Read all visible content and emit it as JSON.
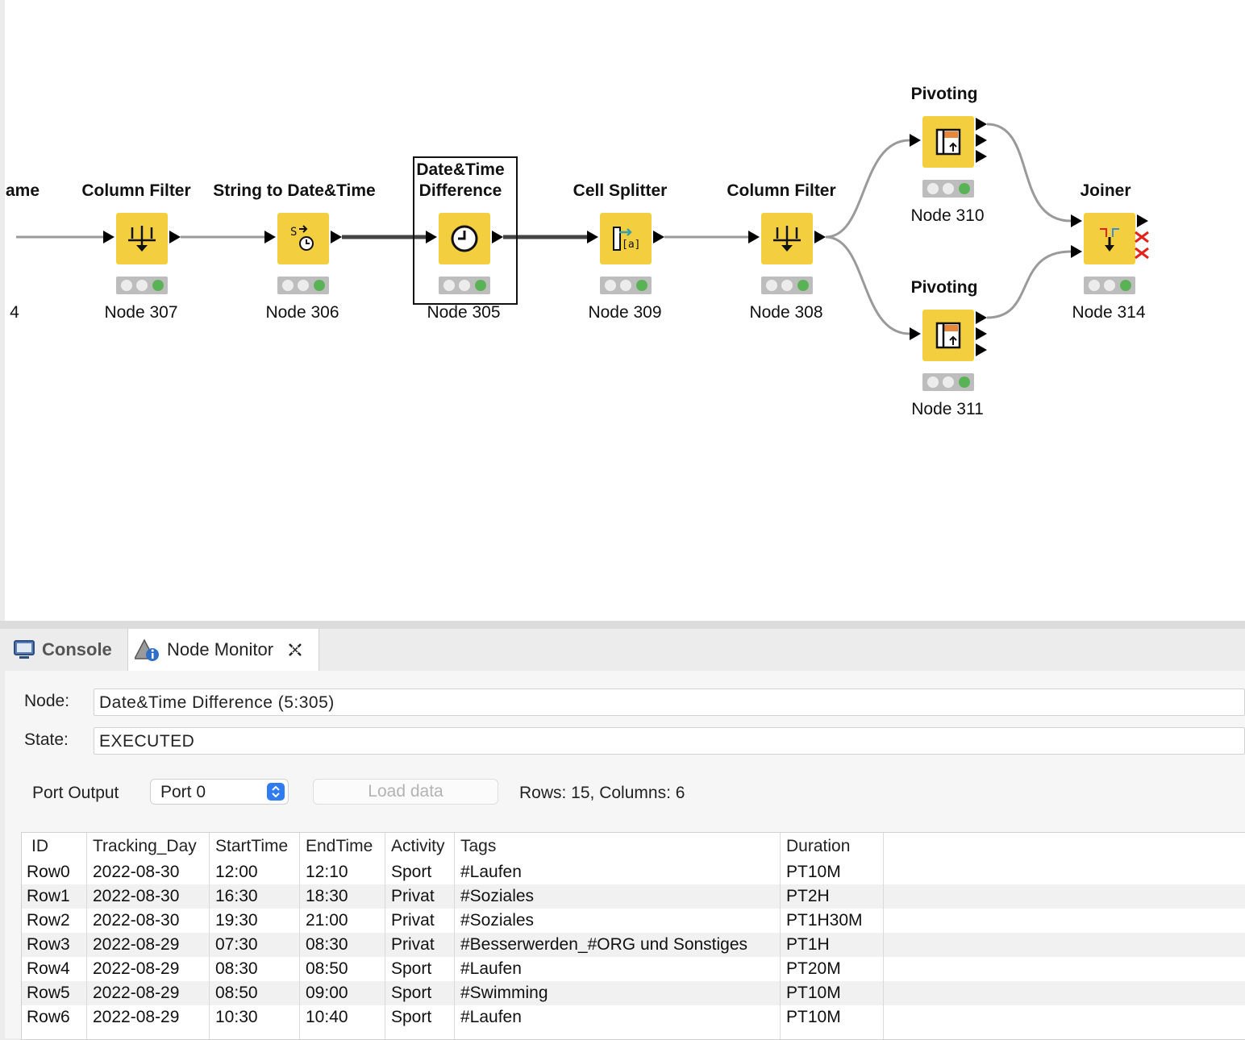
{
  "workflow": {
    "nodes": [
      {
        "title": "ame",
        "label": "4"
      },
      {
        "title": "Column Filter",
        "label": "Node 307",
        "icon": "column-filter-icon"
      },
      {
        "title": "String to Date&Time",
        "label": "Node 306",
        "icon": "string-to-datetime-icon"
      },
      {
        "title": "Date&Time\nDifference",
        "label": "Node 305",
        "icon": "clock-icon"
      },
      {
        "title": "Cell Splitter",
        "label": "Node 309",
        "icon": "cell-splitter-icon"
      },
      {
        "title": "Column Filter",
        "label": "Node 308",
        "icon": "column-filter-icon"
      },
      {
        "title": "Pivoting",
        "label": "Node 310",
        "icon": "pivot-icon"
      },
      {
        "title": "Pivoting",
        "label": "Node 311",
        "icon": "pivot-icon"
      },
      {
        "title": "Joiner",
        "label": "Node 314",
        "icon": "joiner-icon"
      }
    ],
    "colors": {
      "node": "#f3cf3f",
      "status_ok": "#59b356",
      "error": "#e2231a"
    }
  },
  "tabs": {
    "console": "Console",
    "node_monitor": "Node Monitor"
  },
  "monitor": {
    "node_label": "Node:",
    "node_value": "Date&Time Difference  (5:305)",
    "state_label": "State:",
    "state_value": "EXECUTED",
    "port_output_label": "Port Output",
    "port_select": "Port 0",
    "load_button": "Load data",
    "rows_info": "Rows: 15, Columns: 6"
  },
  "table": {
    "columns": [
      "ID",
      "Tracking_Day",
      "StartTime",
      "EndTime",
      "Activity",
      "Tags",
      "Duration"
    ],
    "rows": [
      [
        "Row0",
        "2022-08-30",
        "12:00",
        "12:10",
        "Sport",
        "#Laufen",
        "PT10M"
      ],
      [
        "Row1",
        "2022-08-30",
        "16:30",
        "18:30",
        "Privat",
        "#Soziales",
        "PT2H"
      ],
      [
        "Row2",
        "2022-08-30",
        "19:30",
        "21:00",
        "Privat",
        "#Soziales",
        "PT1H30M"
      ],
      [
        "Row3",
        "2022-08-29",
        "07:30",
        "08:30",
        "Privat",
        "#Besserwerden_#ORG und Sonstiges",
        "PT1H"
      ],
      [
        "Row4",
        "2022-08-29",
        "08:30",
        "08:50",
        "Sport",
        "#Laufen",
        "PT20M"
      ],
      [
        "Row5",
        "2022-08-29",
        "08:50",
        "09:00",
        "Sport",
        "#Swimming",
        "PT10M"
      ],
      [
        "Row6",
        "2022-08-29",
        "10:30",
        "10:40",
        "Sport",
        "#Laufen",
        "PT10M"
      ]
    ]
  }
}
